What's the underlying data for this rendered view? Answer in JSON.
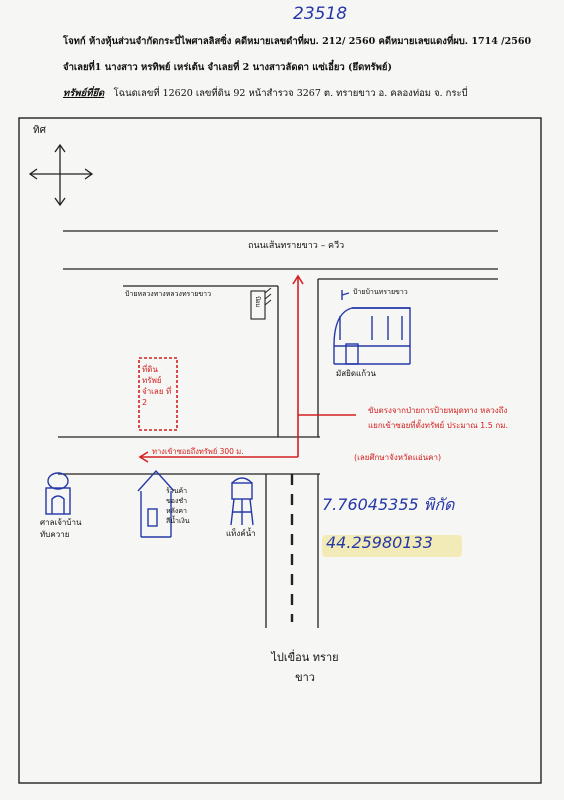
{
  "doc_number": "23518",
  "header": {
    "line1": "โจทก์ ห้างหุ้นส่วนจำกัดกระบี่ไพศาลลิสซิ่ง   คดีหมายเลขดำที่ผบ. 212/ 2560 คดีหมายเลขแดงที่ผบ. 1714 /2560",
    "line2": "จำเลยที่1 นางสาว หรทิพย์  เหร่เต้น       จำเลยที่ 2  นางสาวลัดดา  แซ่เอี๋ยว  (ยึดทรัพย์)",
    "line3_label": "ทรัพย์ที่ยึด",
    "line3": "โฉนดเลขที่ 12620    เลขที่ดิน 92   หน้าสำรวจ 3267    ต. ทรายขาว     อ. คลองท่อม    จ. กระบี่"
  },
  "map": {
    "north_label": "ทิศ",
    "main_road": "ถนนเส้นทรายขาว – ควีว",
    "sign_left": "ป้ายหลวงทางหลวงทรายขาว",
    "sign_right": "ป้ายบ้านทรายขาว",
    "booth_label": "ป้อม",
    "mosque_label": "มัสยิดแก้วน",
    "target_label": "ที่ดิน ทรัพย์ จำเลย ที่ 2",
    "distance_label": "ทางเข้าซอยถึงทรัพย์ 300 ม.",
    "note_text": "ขับตรงจากป่ายการป้ายหมุดทาง หลวงถึงแยกเข้าซอยที่ตั้งทรัพย์ ประมาณ 1.5 กม.",
    "note_sub": "(เลยศึกษาจังหวัดแอ่นคา)",
    "shrine_label": "ศาลเจ้าบ้าน ทับควาย",
    "shop_label": "ร้านค้า ของชำ หลังคา สีน้ำเงิน",
    "tower_label": "แท็งค์น้ำ",
    "phone_number": "7.76045355 พิกัด",
    "coordinate": "44.25980133",
    "dest_label": "ไปเขื่อน ทรายขาว"
  },
  "colors": {
    "ink": "#1a1a1a",
    "red_ink": "#d42020",
    "blue_ink": "#2538a8",
    "highlight": "#f3e8a8"
  }
}
